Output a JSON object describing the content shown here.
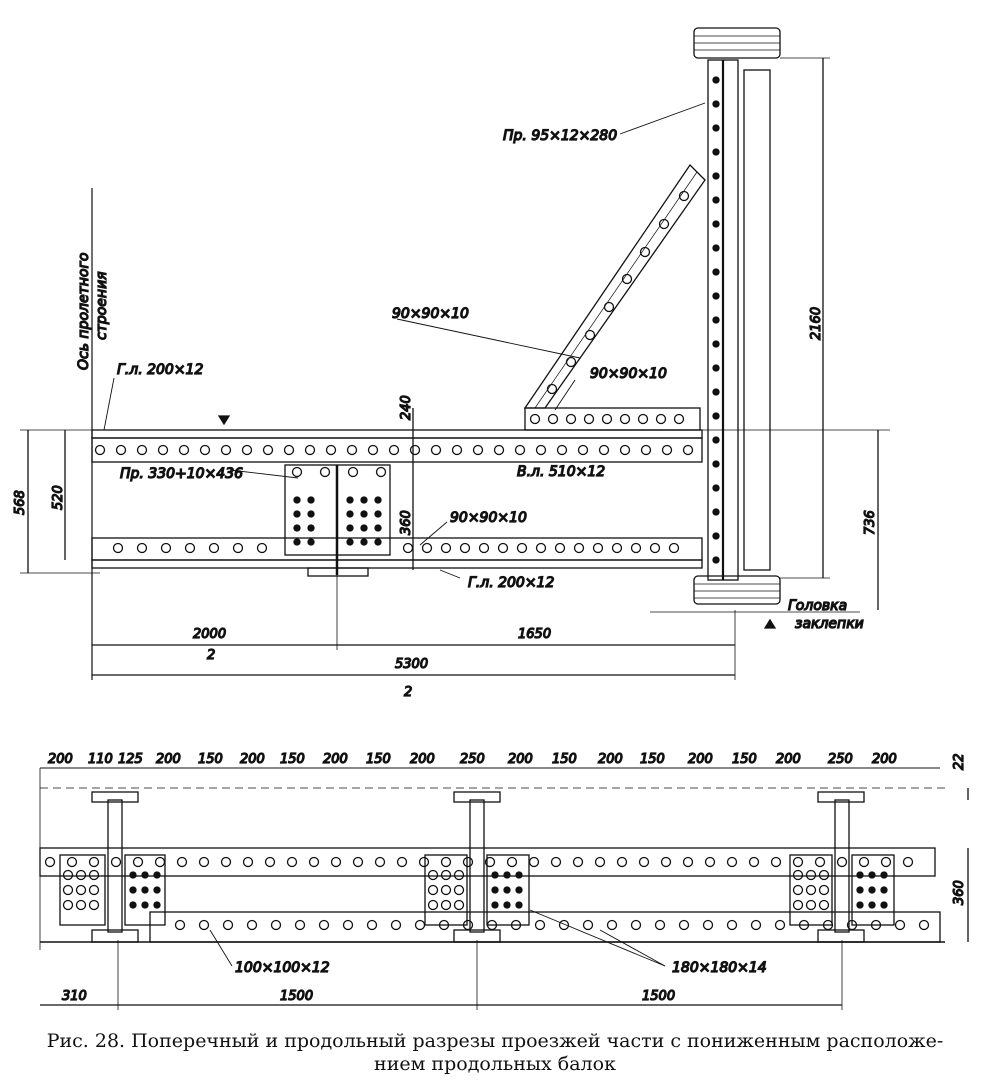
{
  "labels": {
    "axis_line1": "Ось пролетного",
    "axis_line2": "строения",
    "top_plate": "Г.л. 200×12",
    "gusset_top": "Пр. 95×12×280",
    "brace_angle": "90×90×10",
    "brace_angle2": "90×90×10",
    "vertical_sheet": "В.л. 510×12",
    "splice_plate": "Пр. 330+10×436",
    "bottom_angle": "90×90×10",
    "bottom_plate": "Г.л. 200×12",
    "rivet_head_1": "Головка",
    "rivet_head_2": "заклепки",
    "angle_100": "100×100×12",
    "angle_180": "180×180×14"
  },
  "dims": {
    "d240": "240",
    "d568": "568",
    "d520": "520",
    "d360": "360",
    "d736": "736",
    "d2160": "2160",
    "d2000": "2000",
    "d2000b": "2",
    "d1650": "1650",
    "d5300": "5300",
    "d5300b": "2",
    "long_top": [
      "200",
      "110",
      "125",
      "200",
      "150",
      "200",
      "150",
      "200",
      "150",
      "200",
      "250",
      "200",
      "150",
      "200",
      "150",
      "200",
      "150",
      "200",
      "250",
      "200"
    ],
    "d22": "22",
    "d360b": "360",
    "d310": "310",
    "d1500a": "1500",
    "d1500b": "1500"
  },
  "caption": {
    "line1": "Рис. 28. Поперечный и продольный разрезы проезжей части с пониженным расположе-",
    "line2": "нием продольных балок"
  }
}
